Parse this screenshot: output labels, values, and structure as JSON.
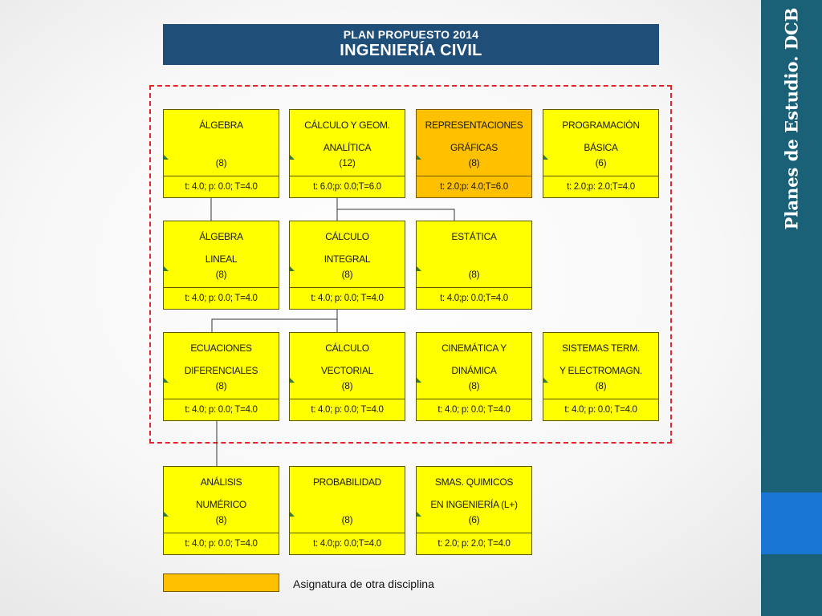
{
  "header": {
    "line1": "PLAN PROPUESTO 2014",
    "line2": "INGENIERÍA CIVIL"
  },
  "sidebar": {
    "title": "Planes de Estudio. DCB"
  },
  "legend": {
    "label": "Asignatura de otra disciplina",
    "swatch_color": "#ffc000"
  },
  "colors": {
    "course": "#ffff00",
    "other_discipline": "#ffc000",
    "header_bg": "#1f4e79",
    "sidebar_bg": "#1a6178",
    "dashed_border": "#e3262b"
  },
  "courses": [
    {
      "id": "algebra",
      "line1": "ÁLGEBRA",
      "line2": "",
      "credits": "(8)",
      "hours": "t: 4.0; p: 0.0; T=4.0",
      "other": false
    },
    {
      "id": "calculo-geom",
      "line1": "CÁLCULO Y GEOM.",
      "line2": "ANALÍTICA",
      "credits": "(12)",
      "hours": "t: 6.0;p: 0.0;T=6.0",
      "other": false
    },
    {
      "id": "representaciones",
      "line1": "REPRESENTACIONES",
      "line2": "GRÁFICAS",
      "credits": "(8)",
      "hours": "t: 2.0;p: 4.0;T=6.0",
      "other": true
    },
    {
      "id": "programacion",
      "line1": "PROGRAMACIÓN",
      "line2": "BÁSICA",
      "credits": "(6)",
      "hours": "t: 2.0;p: 2.0;T=4.0",
      "other": false
    },
    {
      "id": "algebra-lineal",
      "line1": "ÁLGEBRA",
      "line2": "LINEAL",
      "credits": "(8)",
      "hours": "t: 4.0; p: 0.0; T=4.0",
      "other": false
    },
    {
      "id": "calculo-integral",
      "line1": "CÁLCULO",
      "line2": "INTEGRAL",
      "credits": "(8)",
      "hours": "t: 4.0; p: 0.0; T=4.0",
      "other": false
    },
    {
      "id": "estatica",
      "line1": "ESTÁTICA",
      "line2": "",
      "credits": "(8)",
      "hours": "t: 4.0;p: 0.0;T=4.0",
      "other": false
    },
    {
      "id": "ecuaciones",
      "line1": "ECUACIONES",
      "line2": "DIFERENCIALES",
      "credits": "(8)",
      "hours": "t: 4.0; p: 0.0; T=4.0",
      "other": false
    },
    {
      "id": "calculo-vectorial",
      "line1": "CÁLCULO",
      "line2": "VECTORIAL",
      "credits": "(8)",
      "hours": "t: 4.0; p: 0.0; T=4.0",
      "other": false
    },
    {
      "id": "cinematica",
      "line1": "CINEMÁTICA Y",
      "line2": "DINÁMICA",
      "credits": "(8)",
      "hours": "t: 4.0; p: 0.0; T=4.0",
      "other": false
    },
    {
      "id": "sistemas",
      "line1": "SISTEMAS TERM.",
      "line2": "Y ELECTROMAGN.",
      "credits": "(8)",
      "hours": "t: 4.0; p: 0.0; T=4.0",
      "other": false
    },
    {
      "id": "analisis",
      "line1": "ANÁLISIS",
      "line2": "NUMÉRICO",
      "credits": "(8)",
      "hours": "t: 4.0; p: 0.0; T=4.0",
      "other": false
    },
    {
      "id": "probabilidad",
      "line1": "PROBABILIDAD",
      "line2": "",
      "credits": "(8)",
      "hours": "t: 4.0;p: 0.0;T=4.0",
      "other": false
    },
    {
      "id": "quimicos",
      "line1": "SMAS. QUIMICOS",
      "line2": "EN INGENIERÍA (L+)",
      "credits": "(6)",
      "hours": "t: 2.0; p: 2.0; T=4.0",
      "other": false
    }
  ]
}
